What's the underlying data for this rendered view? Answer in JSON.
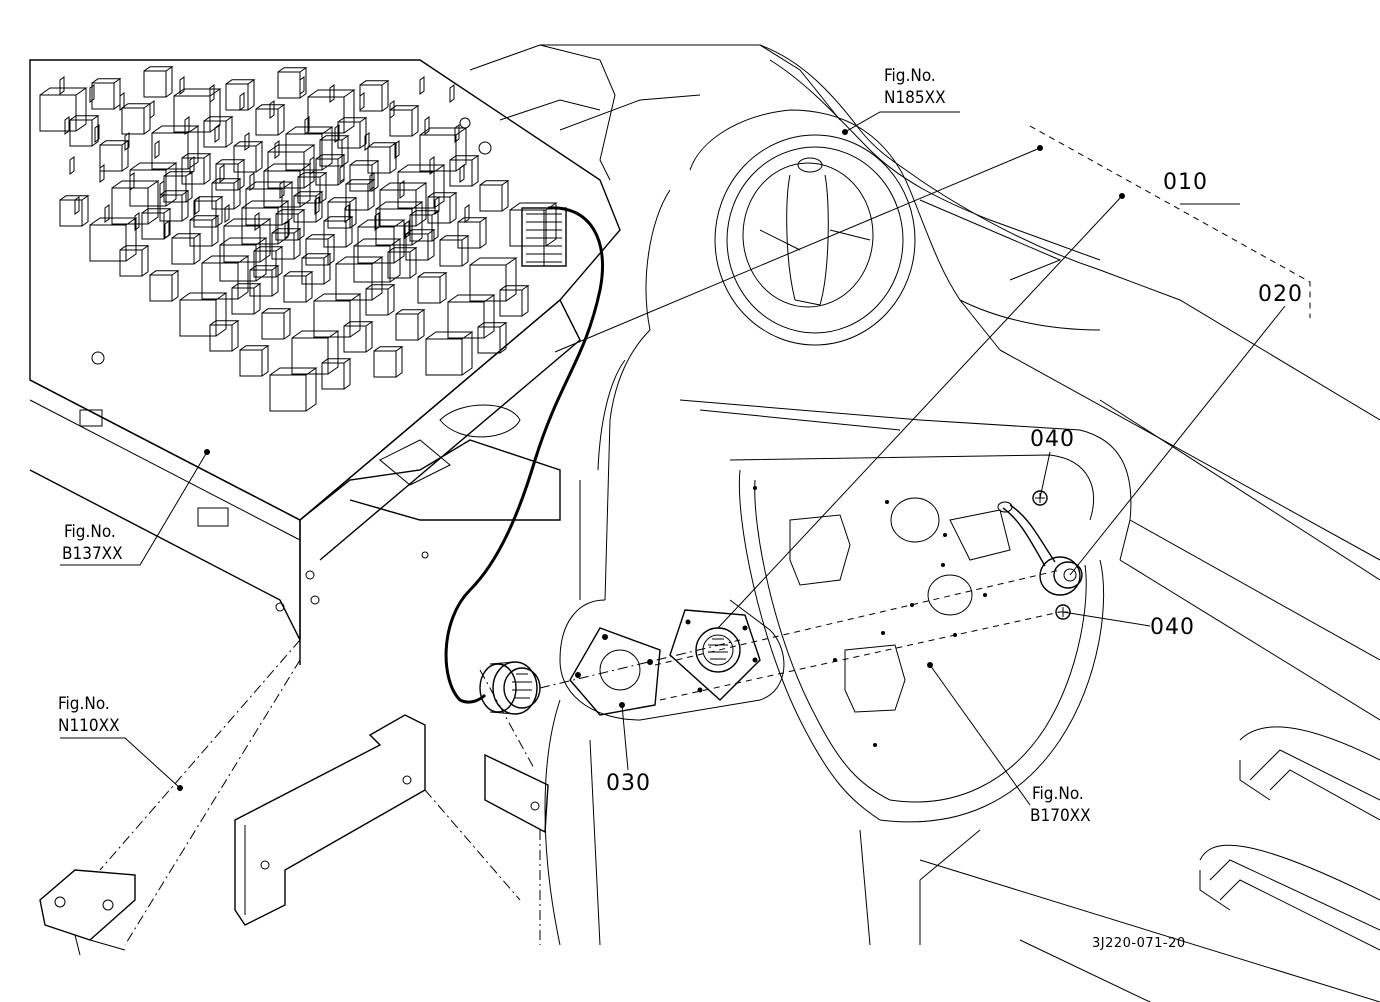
{
  "figure_refs": {
    "n185": {
      "fig": "Fig.No.",
      "code": "N185XX"
    },
    "b137": {
      "fig": "Fig.No.",
      "code": "B137XX"
    },
    "n110": {
      "fig": "Fig.No.",
      "code": "N110XX"
    },
    "b170": {
      "fig": "Fig.No.",
      "code": "B170XX"
    }
  },
  "part_numbers": {
    "p010": "010",
    "p020": "020",
    "p030": "030",
    "p040_top": "040",
    "p040_right": "040"
  },
  "drawing_code": "3J220-071-20"
}
